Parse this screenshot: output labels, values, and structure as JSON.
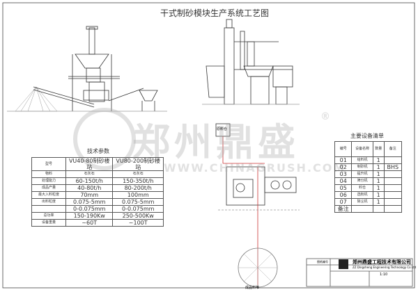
{
  "title": "干式制砂模块生产系统工艺图",
  "watermark": {
    "brand": "郑州鼎盛",
    "url": "WWW.CHINAGRUSH.COM",
    "registered": "®"
  },
  "tech_table": {
    "title": "技术参数",
    "headers": [
      "型号",
      "VU40-80制砂楼站",
      "VU80-200制砂楼站"
    ],
    "rows": [
      [
        "物料",
        "石灰石",
        "石灰石"
      ],
      [
        "处理能力",
        "60-150t/h",
        "150-350t/h"
      ],
      [
        "成品产量",
        "40-80t/h",
        "80-200t/h"
      ],
      [
        "最大入料粒度",
        "70mm",
        "100mm"
      ],
      [
        "出料粒度",
        "0.075-5mm",
        "0.075-5mm"
      ],
      [
        "",
        "0-0.075mm",
        "0-0.075mm"
      ],
      [
        "总功率",
        "150-190Kw",
        "250-500Kw"
      ],
      [
        "设备重量",
        "~60T",
        "~100T"
      ]
    ]
  },
  "equip_table": {
    "title": "主要设备清单",
    "headers": [
      "编号",
      "设备名称",
      "数量",
      "备注"
    ],
    "rows": [
      [
        "01",
        "给料机",
        "1",
        ""
      ],
      [
        "02",
        "制砂机",
        "1",
        "BHS"
      ],
      [
        "03",
        "提升机",
        "1",
        ""
      ],
      [
        "04",
        "筛分机",
        "1",
        ""
      ],
      [
        "05",
        "料仓",
        "1",
        ""
      ],
      [
        "06",
        "选粉机",
        "1",
        ""
      ],
      [
        "07",
        "除尘机",
        "1",
        ""
      ],
      [
        "备注",
        "",
        "",
        ""
      ]
    ]
  },
  "plan_label": "原料仓",
  "bottom_label": "成品料堆",
  "title_block": {
    "company_cn": "郑州鼎盛工程技术有限公司",
    "company_en": "ZZ Dingsheng Engineering Technology Co Ltd",
    "drawing_no": "图纸编号",
    "scale": "1:10"
  }
}
